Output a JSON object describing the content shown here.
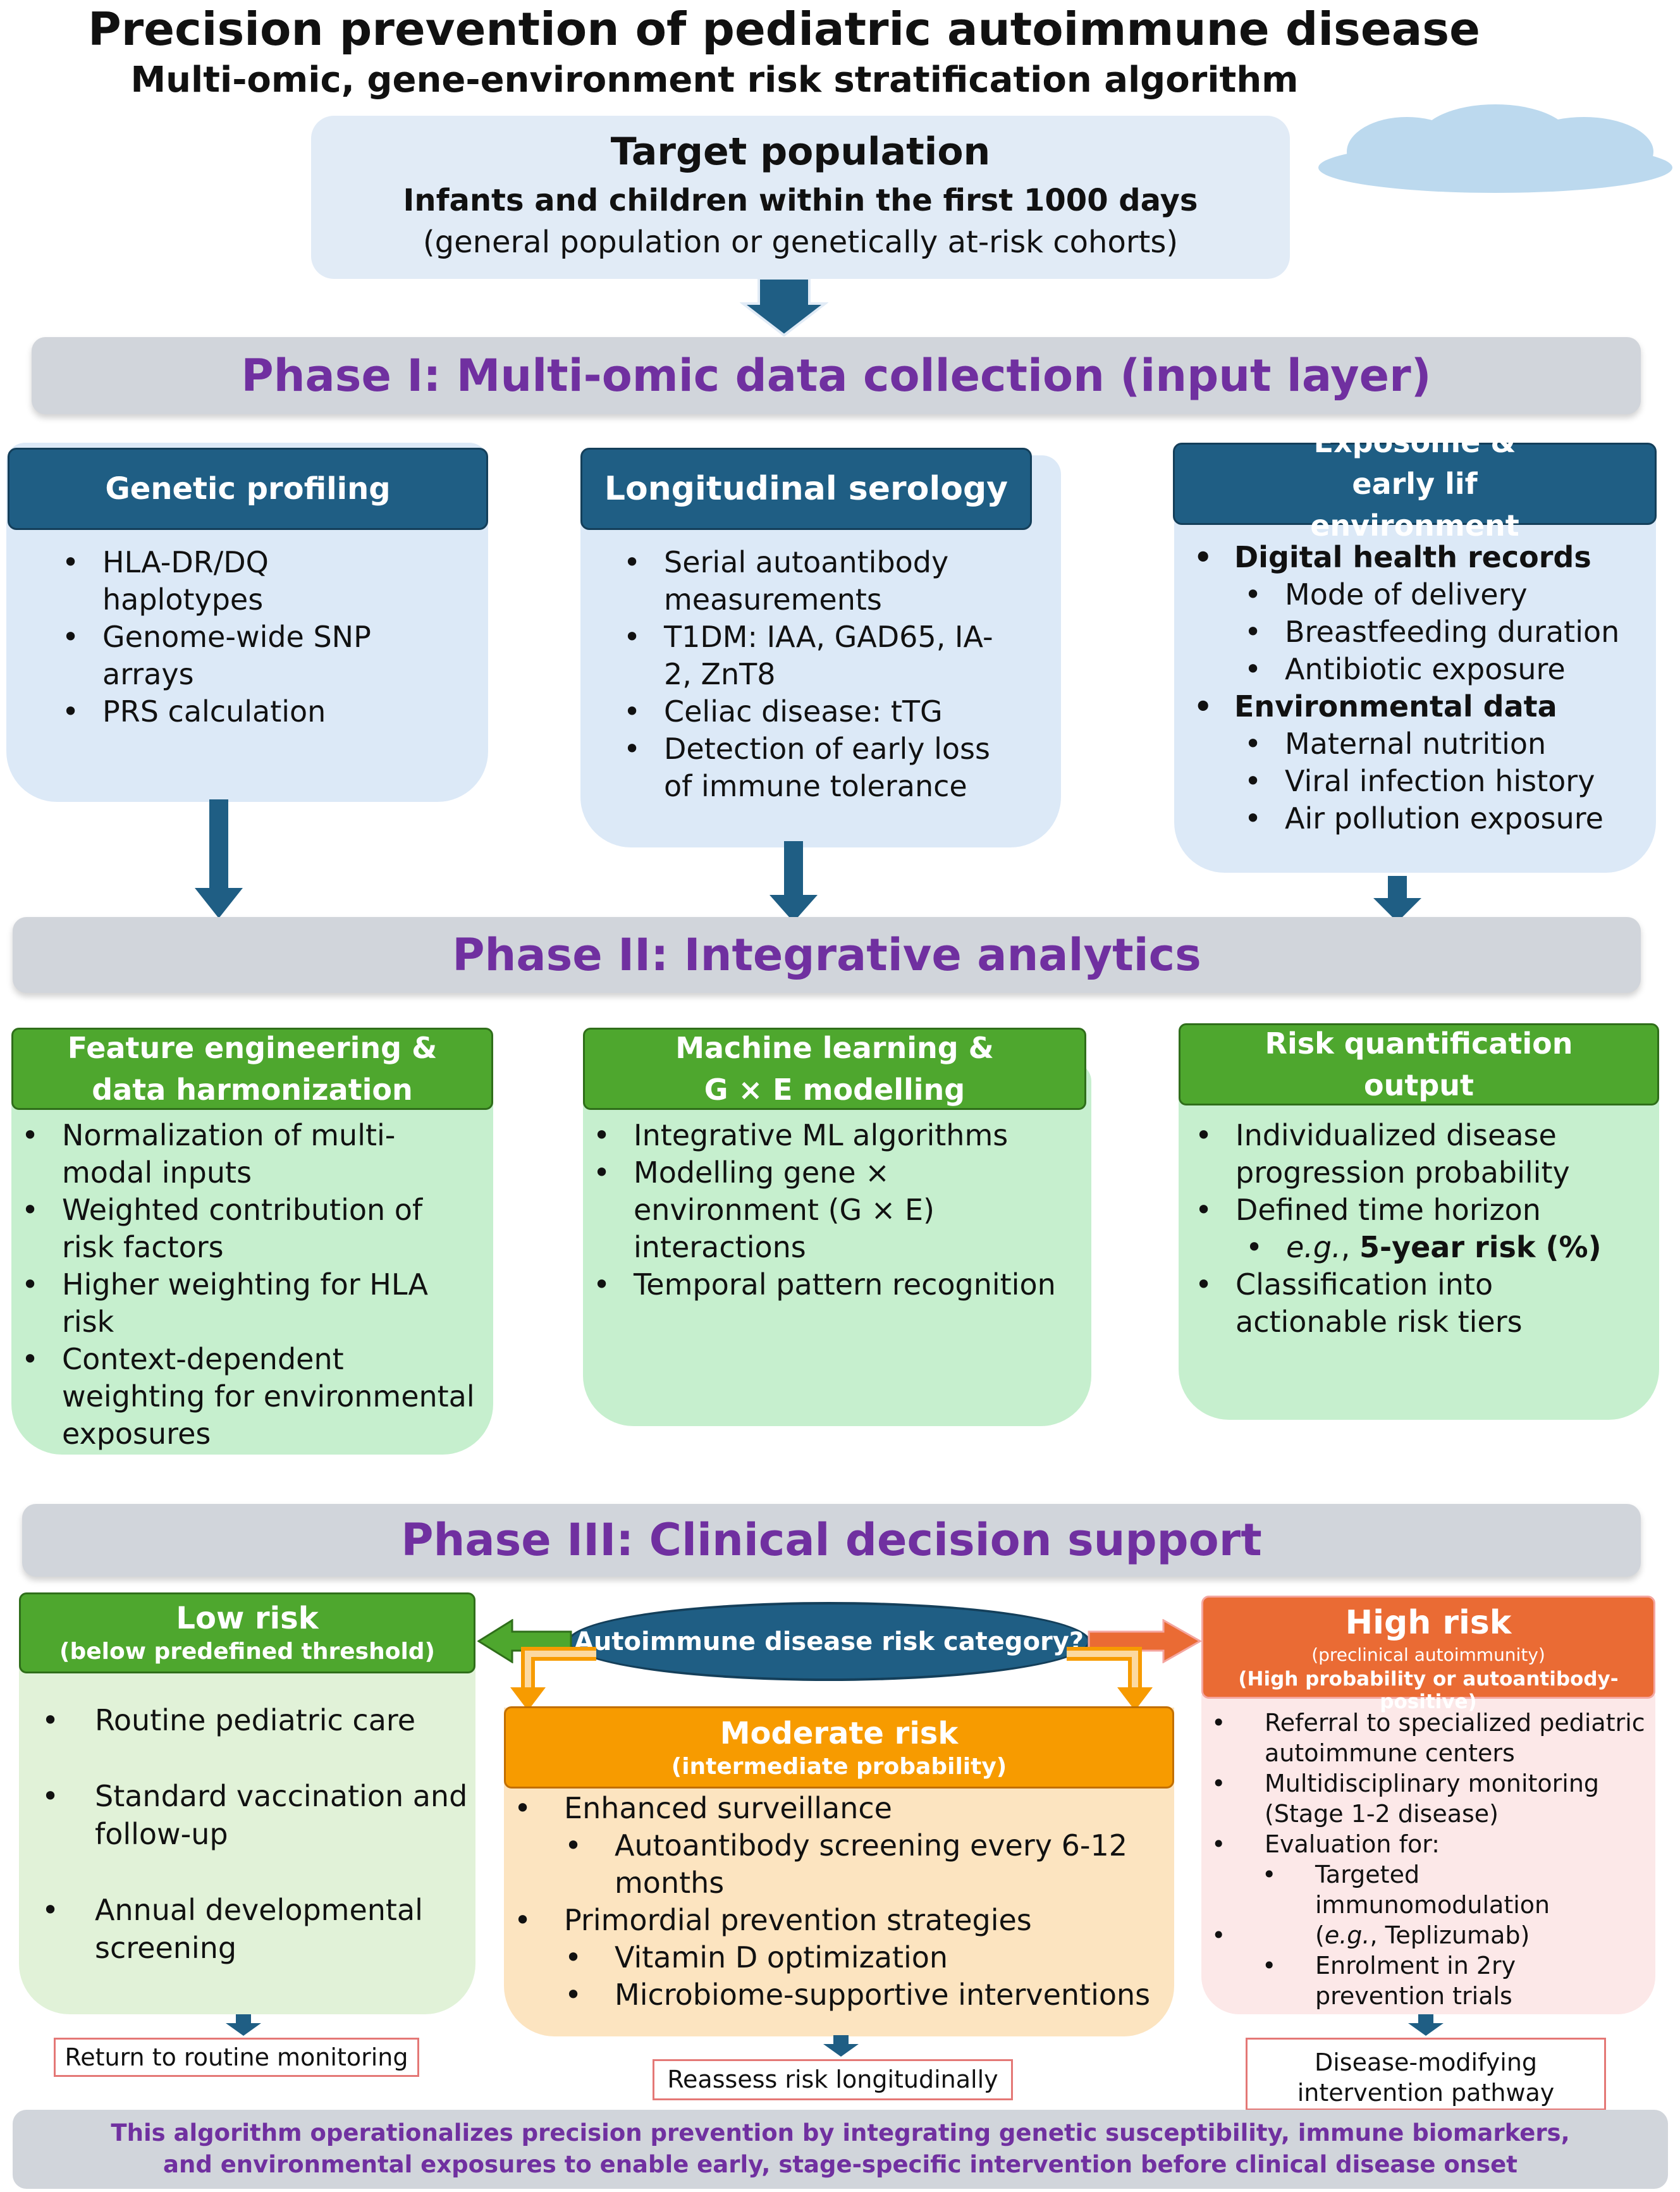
{
  "title": "Precision prevention of pediatric autoimmune disease",
  "subtitle": "Multi-omic, gene-environment risk stratification algorithm",
  "target": {
    "title": "Target population",
    "line2": "Infants and children within the first 1000 days",
    "line3": "(general population or genetically at-risk cohorts)"
  },
  "phase1": {
    "title": "Phase I: Multi-omic data collection (input layer)",
    "genetic": {
      "header": "Genetic profiling",
      "items": [
        "HLA-DR/DQ haplotypes",
        "Genome-wide SNP arrays",
        "PRS calculation"
      ]
    },
    "serology": {
      "header": "Longitudinal serology",
      "items": [
        "Serial autoantibody measurements",
        "T1DM: IAA, GAD65, IA-2, ZnT8",
        "Celiac disease: tTG",
        "Detection of early loss of immune tolerance"
      ]
    },
    "exposome": {
      "header": "Exposome & early lif environment",
      "group1": "Digital health records",
      "group1_items": [
        "Mode of delivery",
        "Breastfeeding duration",
        "Antibiotic exposure"
      ],
      "group2": "Environmental data",
      "group2_items": [
        "Maternal nutrition",
        "Viral infection history",
        "Air pollution exposure"
      ]
    }
  },
  "phase2": {
    "title": "Phase II: Integrative analytics",
    "feature": {
      "header_line1": "Feature engineering &",
      "header_line2": "data harmonization",
      "items": [
        "Normalization of multi-modal inputs",
        "Weighted contribution of risk factors",
        "Higher weighting for HLA risk",
        "Context-dependent weighting for environmental exposures"
      ]
    },
    "ml": {
      "header_line1": "Machine learning &",
      "header_line2": "G × E modelling",
      "items": [
        "Integrative ML algorithms",
        "Modelling gene × environment (G × E) interactions",
        "Temporal pattern recognition"
      ]
    },
    "risk": {
      "header_line1": "Risk quantification",
      "header_line2": "output",
      "item1": "Individualized disease progression probability",
      "item2": "Defined time horizon",
      "sub_eg": "e.g.",
      "sub_comma": ", ",
      "sub_bold": "5-year risk (%)",
      "item3": "Classification into actionable risk tiers"
    }
  },
  "phase3": {
    "title": "Phase III: Clinical decision support",
    "decision": "Autoimmune disease risk category?",
    "low": {
      "title": "Low risk",
      "subtitle": "(below predefined threshold)",
      "items": [
        "Routine pediatric care",
        "Standard vaccination and follow-up",
        "Annual developmental screening"
      ],
      "outcome": "Return to routine monitoring"
    },
    "moderate": {
      "title": "Moderate risk",
      "subtitle": "(intermediate probability)",
      "item1": "Enhanced surveillance",
      "item1_sub": "Autoantibody screening every 6-12 months",
      "item2": "Primordial prevention strategies",
      "item2_subs": [
        "Vitamin D optimization",
        "Microbiome-supportive interventions"
      ],
      "outcome": "Reassess risk longitudinally"
    },
    "high": {
      "title": "High risk",
      "subtitle1": "(preclinical autoimmunity)",
      "subtitle2": "(High probability or autoantibody-positive)",
      "item1": "Referral to specialized pediatric autoimmune centers",
      "item2": "Multidisciplinary monitoring (Stage 1-2 disease)",
      "item3": "Evaluation for:",
      "sub1": "Targeted immunomodulation",
      "sub2_eg": "e.g.",
      "sub2_rest": ", Teplizumab)",
      "sub2_open": "(",
      "sub3": "Enrolment in 2ry prevention trials",
      "outcome": "Disease-modifying intervention pathway"
    }
  },
  "footer": "This algorithm operationalizes precision prevention by integrating genetic susceptibility, immune biomarkers, and environmental exposures to enable early, stage-specific intervention before clinical disease onset",
  "colors": {
    "phase_text": "#7030a0",
    "blue_header": "#1f5e84",
    "green_header": "#4ea72e",
    "moderate": "#f79b00",
    "high": "#ea6b34",
    "arrow": "#1f5e84"
  }
}
